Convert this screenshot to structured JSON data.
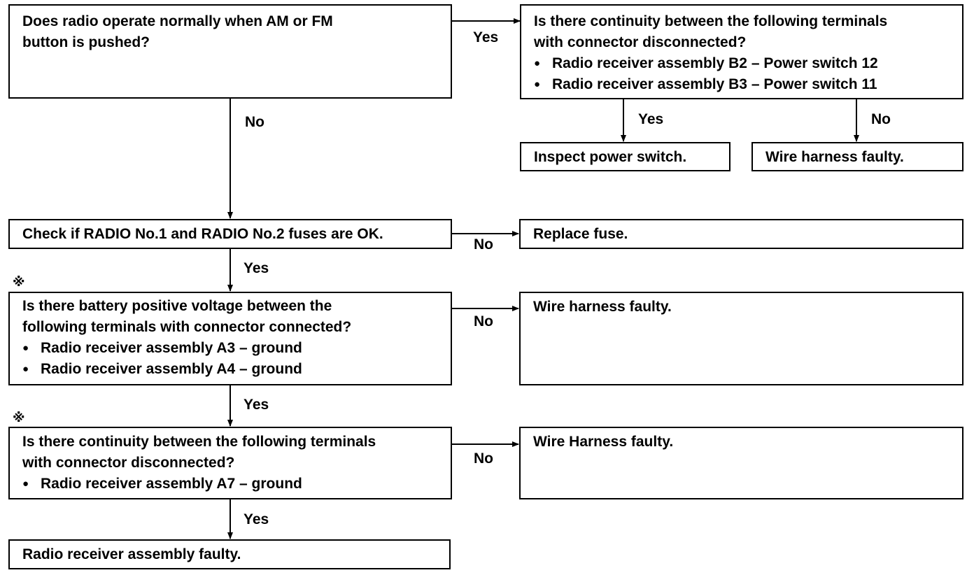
{
  "nodes": {
    "q_radio": {
      "lines": [
        "Does radio operate normally when AM or FM",
        "button is pushed?"
      ]
    },
    "q_power_cont": {
      "lines": [
        "Is there continuity between the following terminals",
        "with connector disconnected?"
      ],
      "bullets": [
        "Radio receiver assembly B2 – Power switch 12",
        "Radio receiver assembly B3 – Power switch 11"
      ]
    },
    "r_inspect_power": "Inspect power switch.",
    "r_wire_1": "Wire harness faulty.",
    "q_fuses": "Check if RADIO No.1 and RADIO No.2 fuses are OK.",
    "r_replace_fuse": "Replace fuse.",
    "q_battery": {
      "lines": [
        "Is there battery positive voltage between the",
        "following terminals with connector connected?"
      ],
      "bullets": [
        "Radio receiver assembly A3 – ground",
        "Radio receiver assembly A4 – ground"
      ]
    },
    "r_wire_2": "Wire harness faulty.",
    "q_ground_cont": {
      "lines": [
        "Is there continuity between the following terminals",
        "with connector disconnected?"
      ],
      "bullets": [
        "Radio receiver assembly A7 – ground"
      ]
    },
    "r_wire_3": "Wire Harness faulty.",
    "r_receiver": "Radio receiver assembly faulty."
  },
  "edge_labels": {
    "radio_yes": "Yes",
    "radio_no": "No",
    "power_yes": "Yes",
    "power_no": "No",
    "fuses_no": "No",
    "fuses_yes": "Yes",
    "battery_no": "No",
    "battery_yes": "Yes",
    "ground_no": "No",
    "ground_yes": "Yes"
  },
  "marks": {
    "battery_check": "※",
    "ground_check": "※"
  }
}
